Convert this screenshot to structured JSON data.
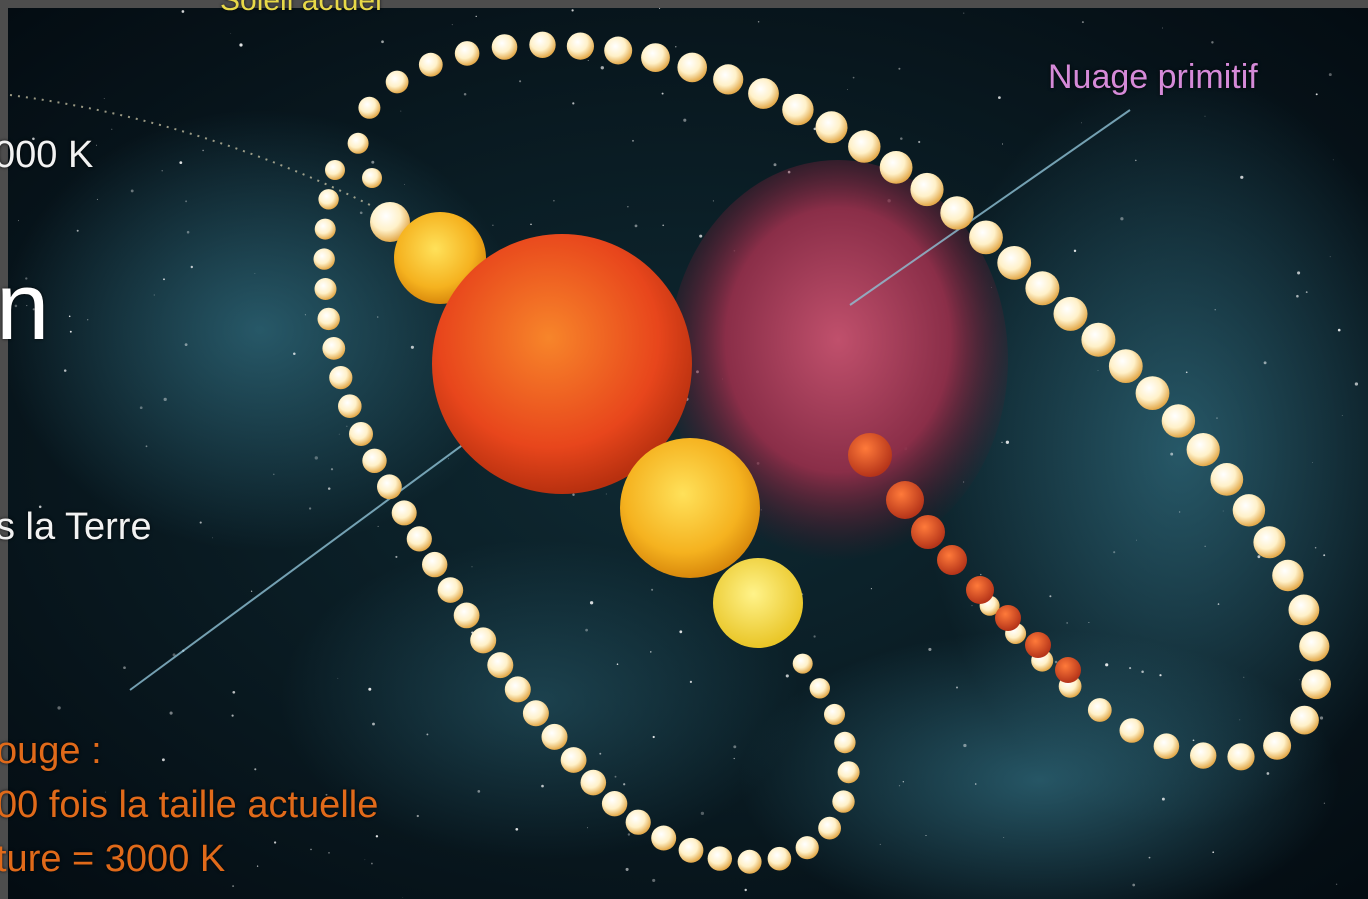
{
  "labels": {
    "current_sun": "Soleil actuel",
    "primitive_cloud": "Nuage primitif",
    "temperature_top": "000 K",
    "big_letter": "n",
    "earth_line": "s la Terre",
    "red_giant_1": "ouge :",
    "red_giant_2": "00 fois la taille actuelle",
    "red_giant_3": "ture = 3000 K"
  },
  "colors": {
    "space": "#07131c",
    "nebula_cyan": "#3f8aa0",
    "cloud_magenta": "#9a3550",
    "red_giant": "#e8461c",
    "sun_yellow": "#f5c21f",
    "pearl": "#fff1c9",
    "label_yellow": "#e8d948",
    "label_pink": "#d58ad8",
    "label_orange": "#e06a1a"
  }
}
